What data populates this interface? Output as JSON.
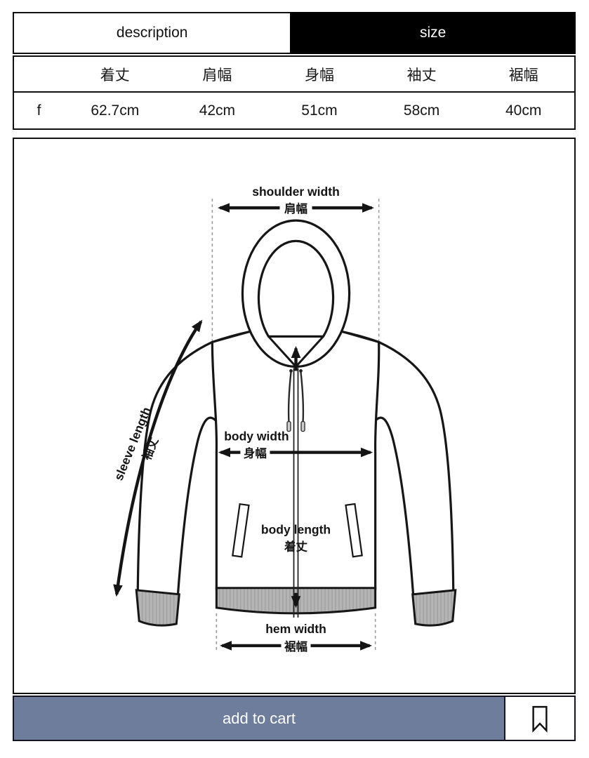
{
  "tabs": {
    "description": {
      "label": "description",
      "active": false
    },
    "size": {
      "label": "size",
      "active": true
    }
  },
  "size_table": {
    "headers": [
      "",
      "着丈",
      "肩幅",
      "身幅",
      "袖丈",
      "裾幅"
    ],
    "row": [
      "f",
      "62.7cm",
      "42cm",
      "51cm",
      "58cm",
      "40cm"
    ]
  },
  "diagram": {
    "shoulder": {
      "en": "shoulder width",
      "ja": "肩幅"
    },
    "sleeve": {
      "en": "sleeve length",
      "ja": "袖丈"
    },
    "body_width": {
      "en": "body width",
      "ja": "身幅"
    },
    "body_length": {
      "en": "body length",
      "ja": "着丈"
    },
    "hem": {
      "en": "hem width",
      "ja": "裾幅"
    }
  },
  "footer": {
    "add_to_cart_label": "add to cart",
    "bookmark_icon": "bookmark-icon"
  },
  "colors": {
    "accent_button": "#6e7d9b",
    "active_tab_bg": "#000000",
    "rib_gray": "#b5b5b5",
    "line_black": "#161616"
  }
}
